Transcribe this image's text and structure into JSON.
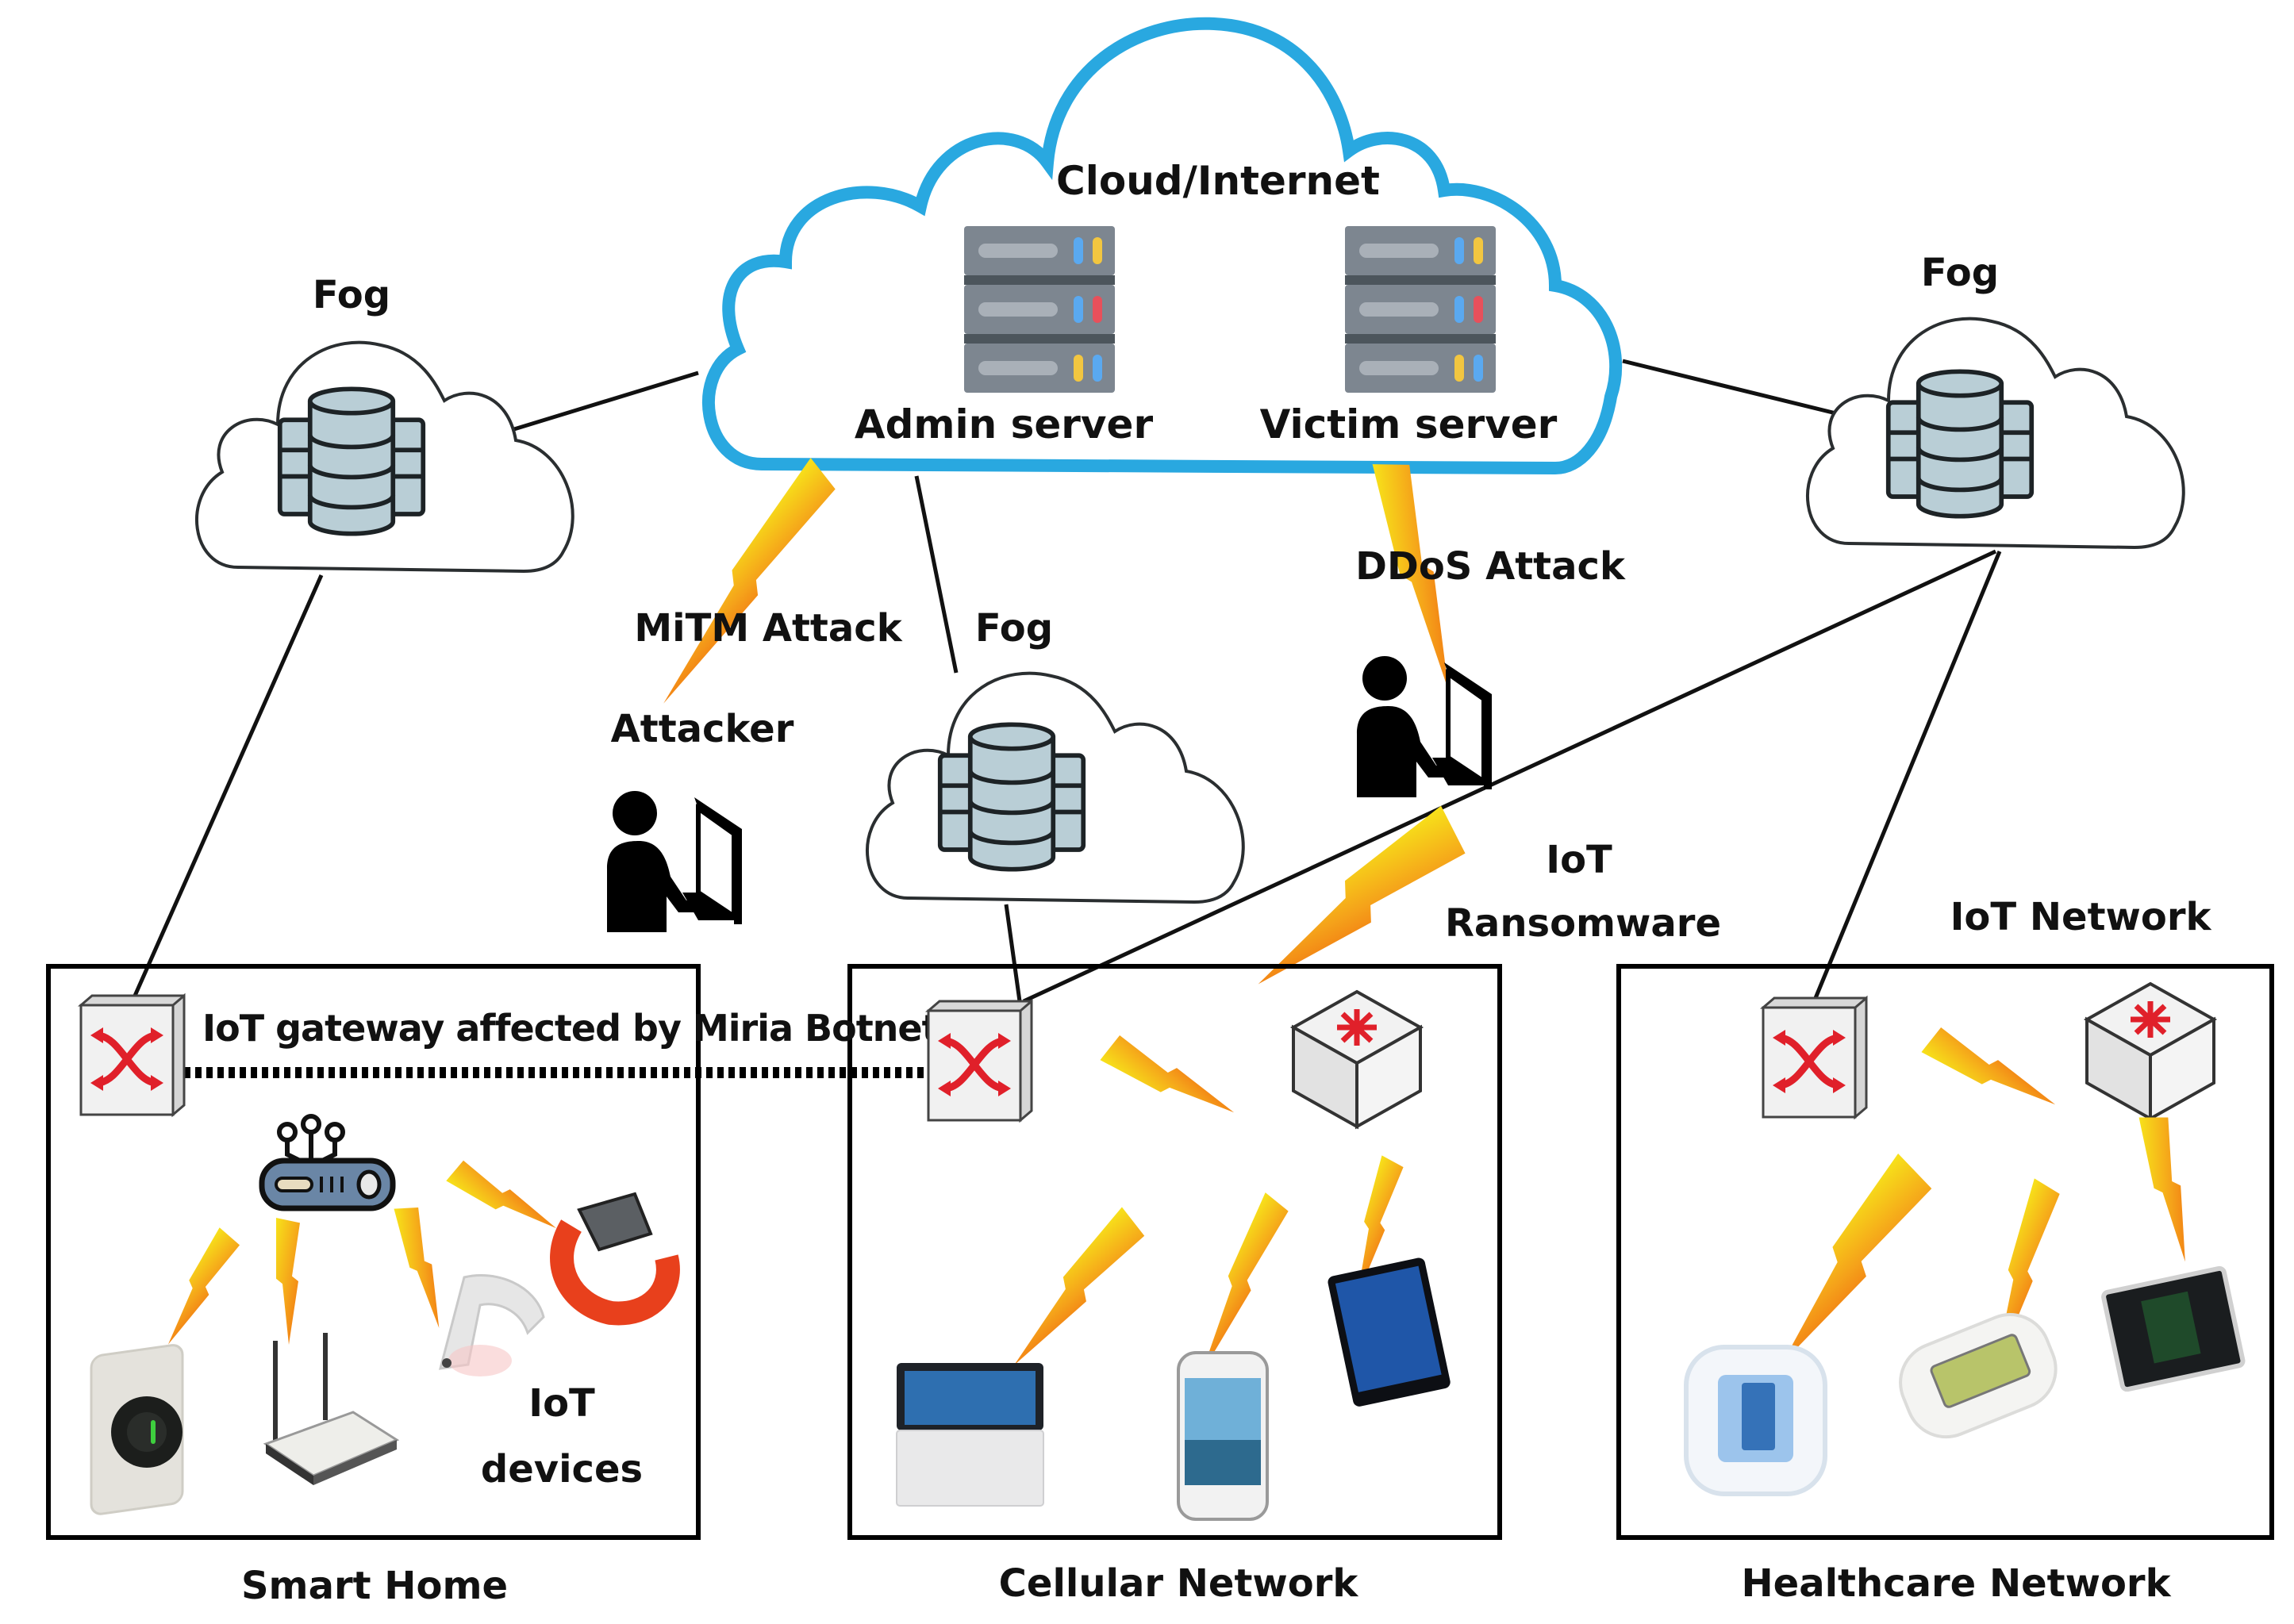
{
  "diagram": {
    "cloud": {
      "title": "Cloud/Internet",
      "servers": [
        {
          "label": "Admin server",
          "leds": [
            [
              "#5aa9f0",
              "#f2c640"
            ],
            [
              "#5aa9f0",
              "#e8505b"
            ],
            [
              "#f2c640",
              "#5aa9f0"
            ]
          ]
        },
        {
          "label": "Victim server",
          "leds": [
            [
              "#5aa9f0",
              "#f2c640"
            ],
            [
              "#5aa9f0",
              "#e8505b"
            ],
            [
              "#f2c640",
              "#5aa9f0"
            ]
          ]
        }
      ]
    },
    "fog_nodes": [
      {
        "label": "Fog",
        "position": "left"
      },
      {
        "label": "Fog",
        "position": "center"
      },
      {
        "label": "Fog",
        "position": "right"
      }
    ],
    "attacks": {
      "mitm": "MiTM Attack",
      "attacker": "Attacker",
      "ddos": "DDoS Attack",
      "ransomware_line1": "IoT",
      "ransomware_line2": "Ransomware"
    },
    "gateway_link_label": "IoT gateway affected by Miria Botnet",
    "networks": [
      {
        "name": "Smart Home",
        "annotation_line1": "IoT",
        "annotation_line2": "devices",
        "devices": [
          "router",
          "thermostat",
          "wifi-router",
          "motion-sensor",
          "smartwatch"
        ]
      },
      {
        "name": "Cellular Network",
        "devices": [
          "laptop",
          "smartphone",
          "tablet"
        ]
      },
      {
        "name": "Healthcare Network",
        "title_above": "IoT Network",
        "devices": [
          "glucose-monitor",
          "blood-pressure-monitor",
          "ecg-monitor"
        ]
      }
    ],
    "colors": {
      "cloud_outline": "#29a8e0",
      "bolt_start": "#f7e21a",
      "bolt_end": "#f06a10",
      "switch_arrows": "#e0202a",
      "db_fill": "#b9ced6"
    }
  }
}
